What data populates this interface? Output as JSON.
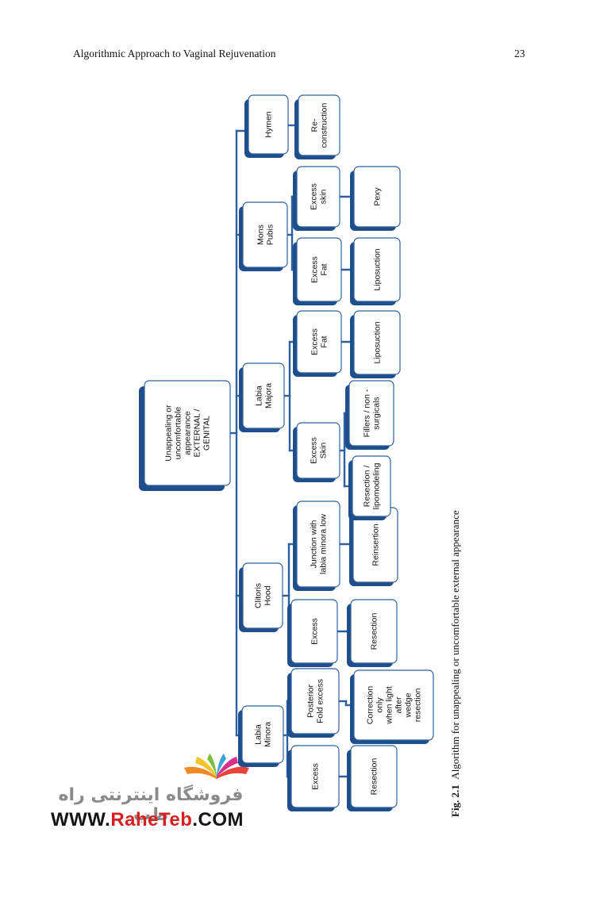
{
  "header": {
    "title": "Algorithmic Approach to Vaginal Rejuvenation",
    "page_number": "23"
  },
  "colors": {
    "box_shadow": "#1f4e8c",
    "line": "#2e5f9e",
    "box_border": "#2e5f9e"
  },
  "diagram": {
    "root": "Unappealing or|uncomfortable|appearance|EXTERNAL /|GENITAL",
    "nodes": {
      "labia_minora": "Labia|Minora",
      "lm_excess": "Excess",
      "lm_excess_resection": "Resection",
      "lm_posterior": "Posterior|Fold excess",
      "lm_posterior_correction": "Correction|only|when light|after|wedge|resection",
      "clitoris_hood": "Clitoris|Hood",
      "ch_excess": "Excess",
      "ch_excess_resection": "Resection",
      "ch_junction": "Junction with|labia minora low",
      "ch_junction_reinsertion": "Reinsertion",
      "labia_majora": "Labia|Majora",
      "lmj_excess_skin": "Excess|Skin",
      "lmj_resection_lipo": "Resection /|lipomodeling",
      "lmj_fillers": "Fillers / non -|surgicals",
      "lmj_excess_fat": "Excess|Fat",
      "lmj_liposuction": "Liposuction",
      "mons_pubis": "Mons|Pubis",
      "mp_excess_fat": "Excess|Fat",
      "mp_liposuction": "Liposuction",
      "mp_excess_skin": "Excess|skin",
      "mp_pexy": "Pexy",
      "hymen": "Hymen",
      "hymen_reconstruction": "Re-|construction"
    }
  },
  "caption": {
    "label": "Fig. 2.1",
    "text": "Algorithm for unappealing or uncomfortable external appearance"
  },
  "watermark": {
    "persian": "فروشگاه اینترنتی راه طب",
    "url_prefix": "WWW.",
    "url_brand": "RaheTeb",
    "url_suffix": ".COM"
  }
}
